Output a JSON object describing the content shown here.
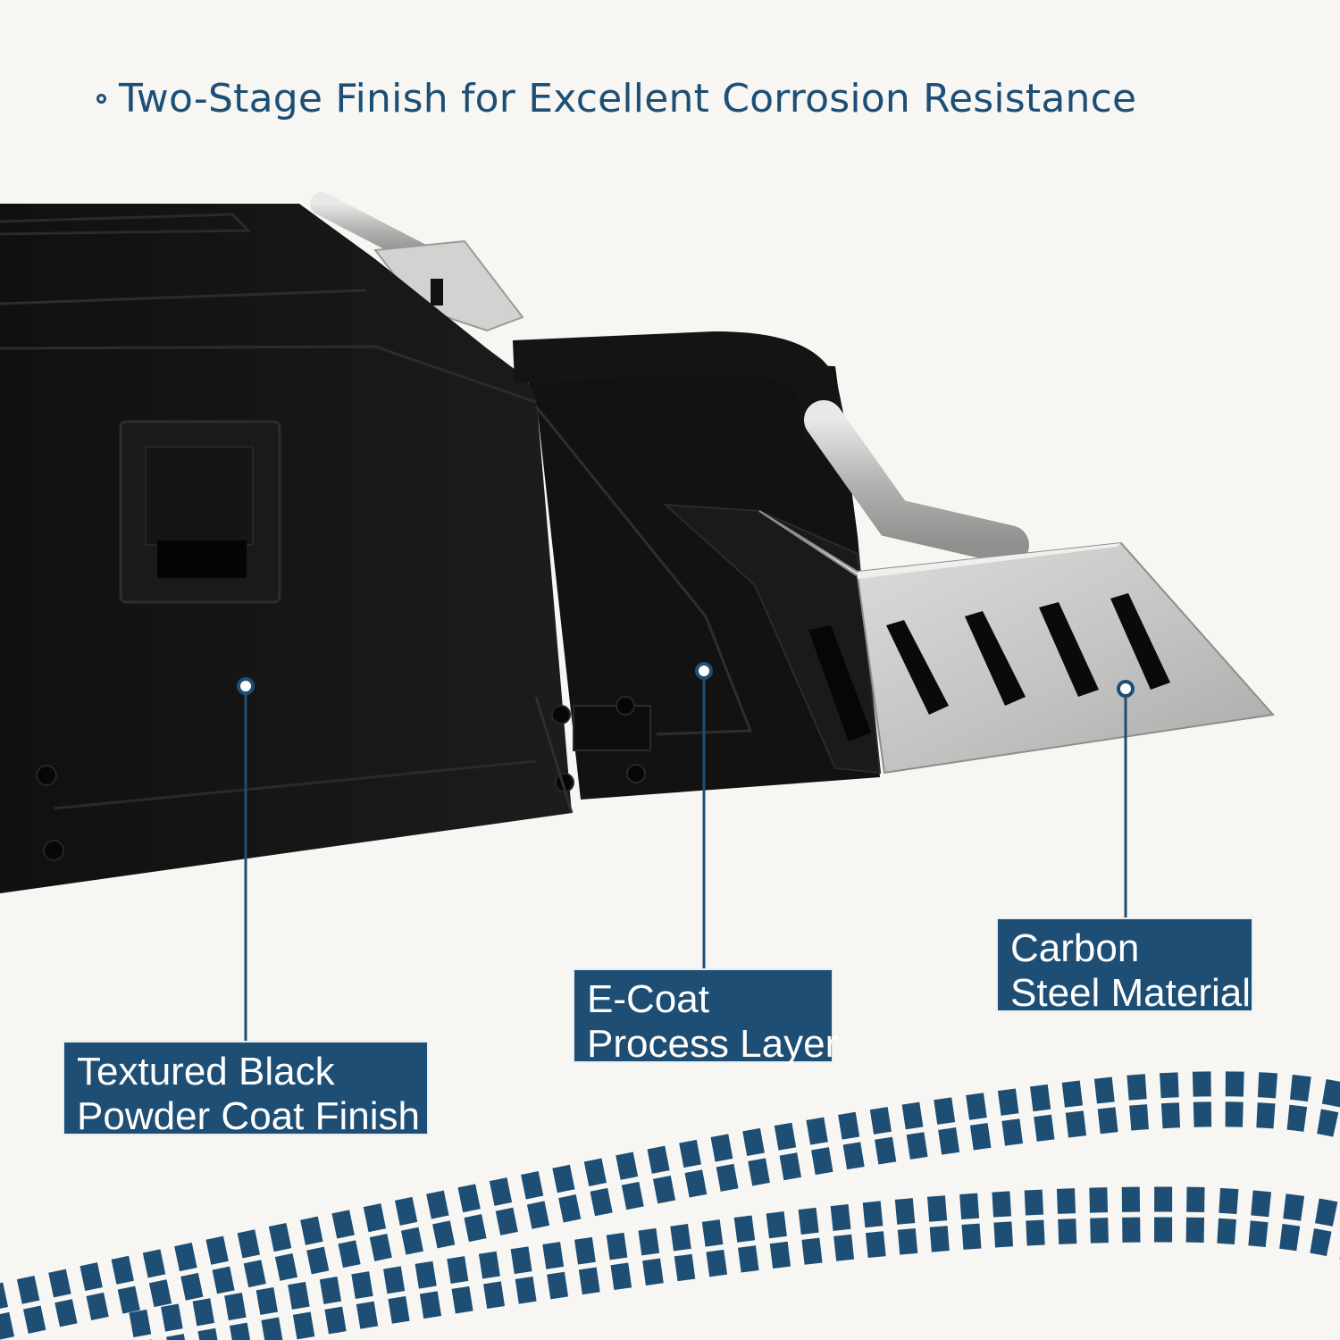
{
  "headline": "Two-Stage Finish for Excellent Corrosion Resistance",
  "callouts": {
    "powder_coat": {
      "line1": "Textured Black",
      "line2": "Powder Coat Finish"
    },
    "e_coat": {
      "line1": "E-Coat",
      "line2": "Process Layer"
    },
    "steel": {
      "line1": "Carbon",
      "line2": "Steel Material"
    }
  },
  "colors": {
    "background": "#f7f6f3",
    "brand_blue": "#1e4e74",
    "bumper_black": "#141414",
    "skid_plate_silver": "#c9c9c7"
  }
}
